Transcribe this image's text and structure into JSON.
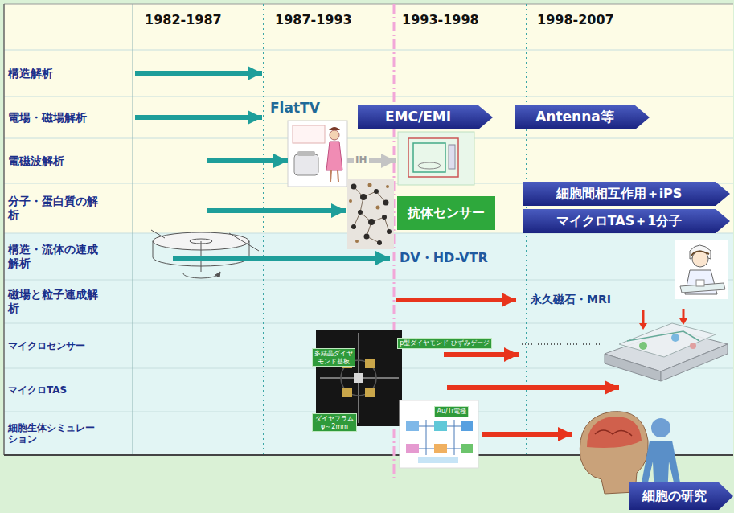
{
  "diagram": {
    "nodes": [
      {
        "text": [
          "EMC/EMI"
        ]
      },
      {
        "text": [
          "Antenna等"
        ]
      },
      {
        "text": [
          "細胞間相互作用＋iPS"
        ]
      },
      {
        "text": [
          "抗体センサー"
        ]
      },
      {
        "text": [
          "マイクロTAS＋1分子"
        ]
      },
      {
        "text": [
          "p型ダイヤモンド ひずみゲージ"
        ]
      },
      {
        "text": [
          "多結晶ダイヤモンド基板"
        ]
      },
      {
        "text": [
          "Au/Ti電極"
        ]
      },
      {
        "text": [
          "ダイヤフラム φ～2mm"
        ]
      },
      {
        "text": [
          "細胞の研究"
        ]
      }
    ],
    "labels": [
      "1982-1987",
      "1987-1993",
      "1993-1998",
      "1998-2007",
      "構造解析",
      "電場・磁場解析",
      "FlatTV",
      "電磁波解析",
      "IH",
      "分子・蛋白質の解析",
      "構造・流体の連成解析",
      "DV・HD-VTR",
      "磁場と粒子連成解析",
      "永久磁石・MRI",
      "マイクロセンサー",
      "マイクロTAS",
      "細胞生体シミュレーション"
    ]
  }
}
